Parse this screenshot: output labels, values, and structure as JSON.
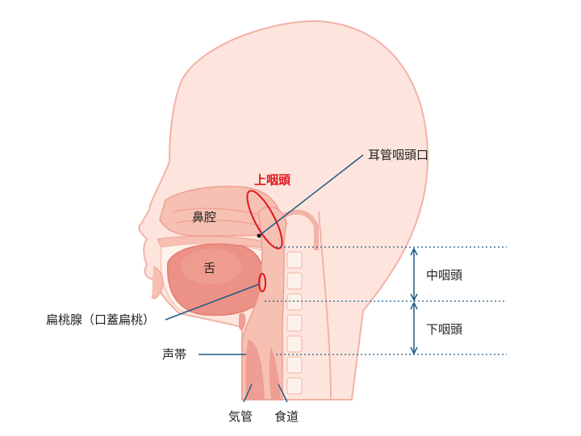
{
  "labels": {
    "upper_pharynx": "上咽頭",
    "eustachian_opening": "耳管咽頭口",
    "nasal_cavity": "鼻腔",
    "tongue": "舌",
    "middle_pharynx": "中咽頭",
    "tonsil": "扁桃腺（口蓋扁桃）",
    "lower_pharynx": "下咽頭",
    "vocal_cords": "声帯",
    "trachea": "気管",
    "esophagus": "食道"
  },
  "colors": {
    "skin": "#fde5dd",
    "outline": "#f2b2a5",
    "tissue": "#f6c0b2",
    "deep": "#ee9e92",
    "tongue": "#ec9186",
    "accent": "#e0161c",
    "leader": "#1f5b86"
  }
}
